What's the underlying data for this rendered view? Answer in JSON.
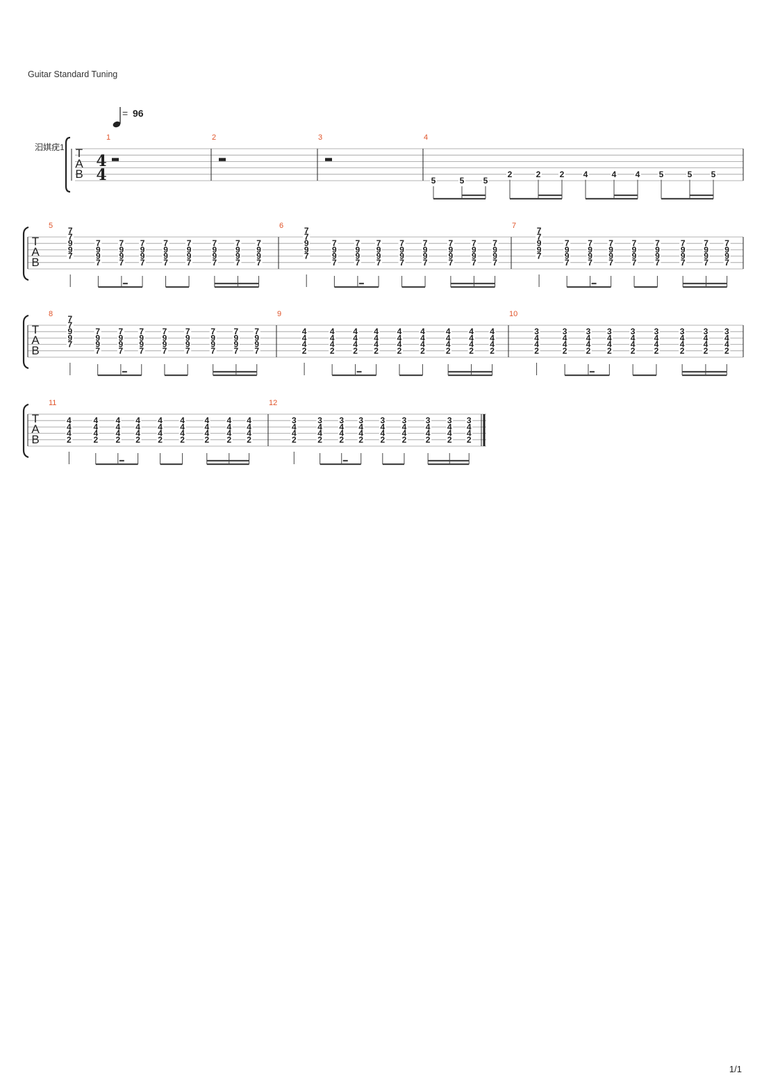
{
  "header": {
    "tuning": "Guitar Standard Tuning",
    "tempo_eq": "=",
    "tempo_value": "96"
  },
  "track": {
    "name": "汩娸疣1"
  },
  "tab_clef": [
    "T",
    "A",
    "B"
  ],
  "time_signature": {
    "top": "4",
    "bottom": "4"
  },
  "measures": [
    {
      "number": "1",
      "rest": true
    },
    {
      "number": "2",
      "rest": true
    },
    {
      "number": "3",
      "rest": true
    },
    {
      "number": "4",
      "notes": [
        {
          "string": 6,
          "fret": "5"
        },
        {
          "string": 6,
          "fret": "5"
        },
        {
          "string": 6,
          "fret": "5"
        },
        {
          "string": 5,
          "fret": "2"
        },
        {
          "string": 5,
          "fret": "2"
        },
        {
          "string": 5,
          "fret": "2"
        },
        {
          "string": 5,
          "fret": "4"
        },
        {
          "string": 5,
          "fret": "4"
        },
        {
          "string": 5,
          "fret": "4"
        },
        {
          "string": 5,
          "fret": "5"
        },
        {
          "string": 5,
          "fret": "5"
        },
        {
          "string": 5,
          "fret": "5"
        }
      ]
    },
    {
      "number": "5",
      "chords": [
        [
          "7",
          "7",
          "9",
          "9",
          "7"
        ],
        [
          "7",
          "9",
          "9",
          "7"
        ],
        [
          "7",
          "9",
          "9",
          "7"
        ],
        [
          "7",
          "9",
          "9",
          "7"
        ],
        [
          "7",
          "9",
          "9",
          "7"
        ],
        [
          "7",
          "9",
          "9",
          "7"
        ],
        [
          "7",
          "9",
          "9",
          "7"
        ],
        [
          "7",
          "9",
          "9",
          "7"
        ],
        [
          "7",
          "9",
          "9",
          "7"
        ]
      ]
    },
    {
      "number": "6",
      "chords": [
        [
          "7",
          "7",
          "9",
          "9",
          "7"
        ],
        [
          "7",
          "9",
          "9",
          "7"
        ],
        [
          "7",
          "9",
          "9",
          "7"
        ],
        [
          "7",
          "9",
          "9",
          "7"
        ],
        [
          "7",
          "9",
          "9",
          "7"
        ],
        [
          "7",
          "9",
          "9",
          "7"
        ],
        [
          "7",
          "9",
          "9",
          "7"
        ],
        [
          "7",
          "9",
          "9",
          "7"
        ],
        [
          "7",
          "9",
          "9",
          "7"
        ]
      ]
    },
    {
      "number": "7",
      "chords": [
        [
          "7",
          "7",
          "9",
          "9",
          "7"
        ],
        [
          "7",
          "9",
          "9",
          "7"
        ],
        [
          "7",
          "9",
          "9",
          "7"
        ],
        [
          "7",
          "9",
          "9",
          "7"
        ],
        [
          "7",
          "9",
          "9",
          "7"
        ],
        [
          "7",
          "9",
          "9",
          "7"
        ],
        [
          "7",
          "9",
          "9",
          "7"
        ],
        [
          "7",
          "9",
          "9",
          "7"
        ],
        [
          "7",
          "9",
          "9",
          "7"
        ]
      ]
    },
    {
      "number": "8",
      "chords": [
        [
          "7",
          "7",
          "9",
          "9",
          "7"
        ],
        [
          "7",
          "9",
          "9",
          "7"
        ],
        [
          "7",
          "9",
          "9",
          "7"
        ],
        [
          "7",
          "9",
          "9",
          "7"
        ],
        [
          "7",
          "9",
          "9",
          "7"
        ],
        [
          "7",
          "9",
          "9",
          "7"
        ],
        [
          "7",
          "9",
          "9",
          "7"
        ],
        [
          "7",
          "9",
          "9",
          "7"
        ],
        [
          "7",
          "9",
          "9",
          "7"
        ]
      ]
    },
    {
      "number": "9",
      "chords": [
        [
          "4",
          "4",
          "4",
          "2"
        ],
        [
          "4",
          "4",
          "4",
          "2"
        ],
        [
          "4",
          "4",
          "4",
          "2"
        ],
        [
          "4",
          "4",
          "4",
          "2"
        ],
        [
          "4",
          "4",
          "4",
          "2"
        ],
        [
          "4",
          "4",
          "4",
          "2"
        ],
        [
          "4",
          "4",
          "4",
          "2"
        ],
        [
          "4",
          "4",
          "4",
          "2"
        ],
        [
          "4",
          "4",
          "4",
          "2"
        ]
      ]
    },
    {
      "number": "10",
      "chords": [
        [
          "3",
          "4",
          "4",
          "2"
        ],
        [
          "3",
          "4",
          "4",
          "2"
        ],
        [
          "3",
          "4",
          "4",
          "2"
        ],
        [
          "3",
          "4",
          "4",
          "2"
        ],
        [
          "3",
          "4",
          "4",
          "2"
        ],
        [
          "3",
          "4",
          "4",
          "2"
        ],
        [
          "3",
          "4",
          "4",
          "2"
        ],
        [
          "3",
          "4",
          "4",
          "2"
        ],
        [
          "3",
          "4",
          "4",
          "2"
        ]
      ]
    },
    {
      "number": "11",
      "chords": [
        [
          "4",
          "4",
          "4",
          "2"
        ],
        [
          "4",
          "4",
          "4",
          "2"
        ],
        [
          "4",
          "4",
          "4",
          "2"
        ],
        [
          "4",
          "4",
          "4",
          "2"
        ],
        [
          "4",
          "4",
          "4",
          "2"
        ],
        [
          "4",
          "4",
          "4",
          "2"
        ],
        [
          "4",
          "4",
          "4",
          "2"
        ],
        [
          "4",
          "4",
          "4",
          "2"
        ],
        [
          "4",
          "4",
          "4",
          "2"
        ]
      ]
    },
    {
      "number": "12",
      "chords": [
        [
          "3",
          "4",
          "4",
          "2"
        ],
        [
          "3",
          "4",
          "4",
          "2"
        ],
        [
          "3",
          "4",
          "4",
          "2"
        ],
        [
          "3",
          "4",
          "4",
          "2"
        ],
        [
          "3",
          "4",
          "4",
          "2"
        ],
        [
          "3",
          "4",
          "4",
          "2"
        ],
        [
          "3",
          "4",
          "4",
          "2"
        ],
        [
          "3",
          "4",
          "4",
          "2"
        ],
        [
          "3",
          "4",
          "4",
          "2"
        ]
      ]
    }
  ],
  "footer": {
    "page": "1/1"
  }
}
